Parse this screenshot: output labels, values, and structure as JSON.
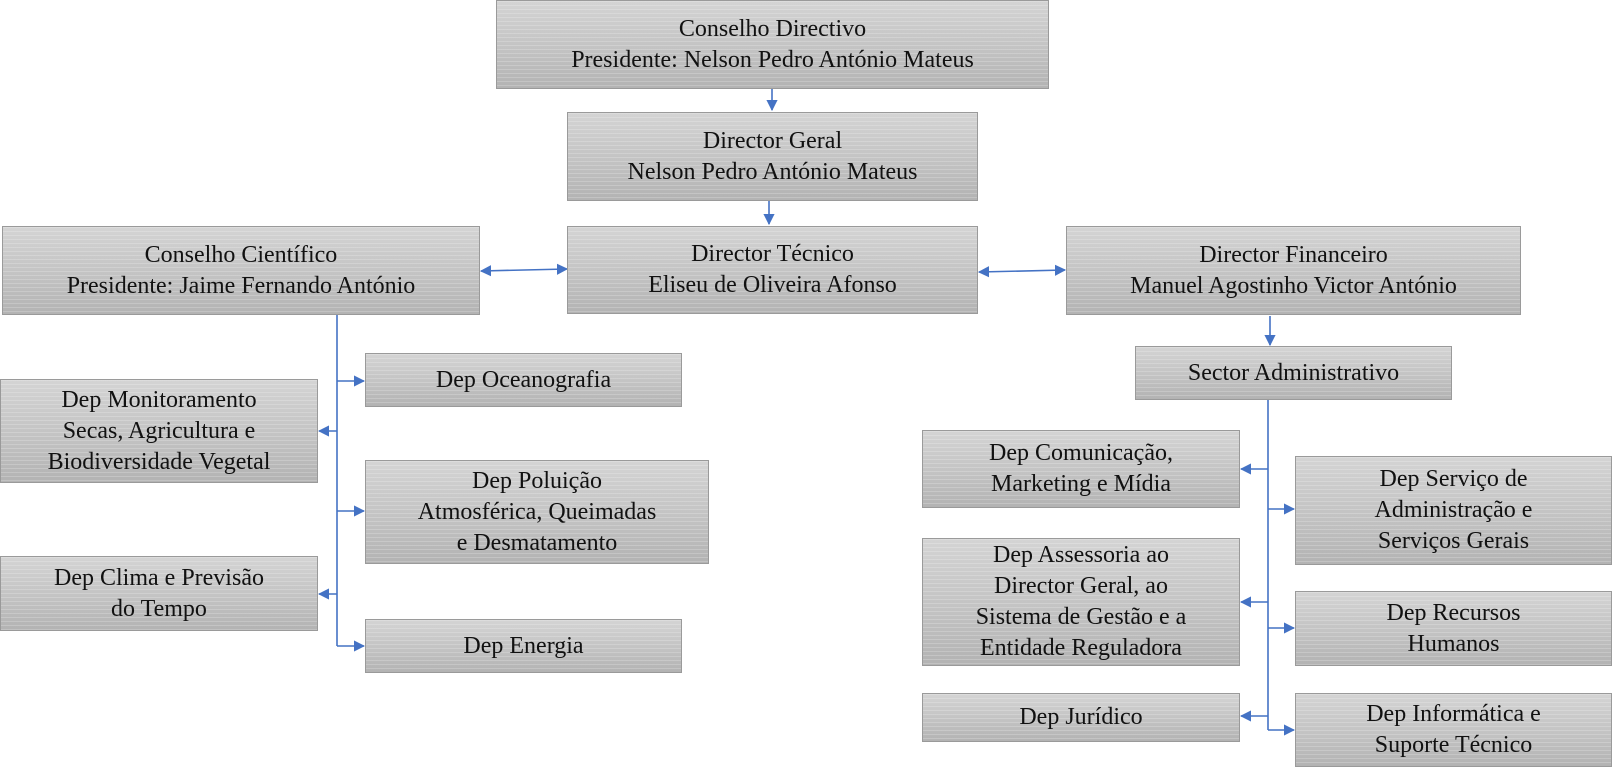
{
  "diagram": {
    "nodes": {
      "conselho_directivo": {
        "text": "Conselho Directivo\nPresidente: Nelson Pedro António Mateus"
      },
      "director_geral": {
        "text": "Director Geral\nNelson Pedro António Mateus"
      },
      "conselho_cientifico": {
        "text": "Conselho Científico\nPresidente: Jaime Fernando António"
      },
      "director_tecnico": {
        "text": "Director Técnico\nEliseu de Oliveira Afonso"
      },
      "director_financeiro": {
        "text": "Director Financeiro\nManuel Agostinho Victor António"
      },
      "dep_oceanografia": {
        "text": "Dep Oceanografia"
      },
      "dep_monitoramento": {
        "text": "Dep Monitoramento\nSecas, Agricultura e\nBiodiversidade Vegetal"
      },
      "dep_poluicao": {
        "text": "Dep Poluição\nAtmosférica, Queimadas\ne Desmatamento"
      },
      "dep_clima": {
        "text": "Dep Clima e Previsão\ndo Tempo"
      },
      "dep_energia": {
        "text": "Dep Energia"
      },
      "sector_administrativo": {
        "text": "Sector Administrativo"
      },
      "dep_comunicacao": {
        "text": "Dep Comunicação,\nMarketing e Mídia"
      },
      "dep_servico_administracao": {
        "text": "Dep Serviço de\nAdministração e\nServiços Gerais"
      },
      "dep_assessoria": {
        "text": "Dep Assessoria ao\nDirector Geral, ao\nSistema de Gestão e a\nEntidade Reguladora"
      },
      "dep_recursos_humanos": {
        "text": "Dep Recursos\nHumanos"
      },
      "dep_juridico": {
        "text": "Dep Jurídico"
      },
      "dep_informatica": {
        "text": "Dep Informática e\nSuporte Técnico"
      }
    },
    "colors": {
      "connector": "#4472c4",
      "box_border": "#9a9a9a"
    }
  }
}
